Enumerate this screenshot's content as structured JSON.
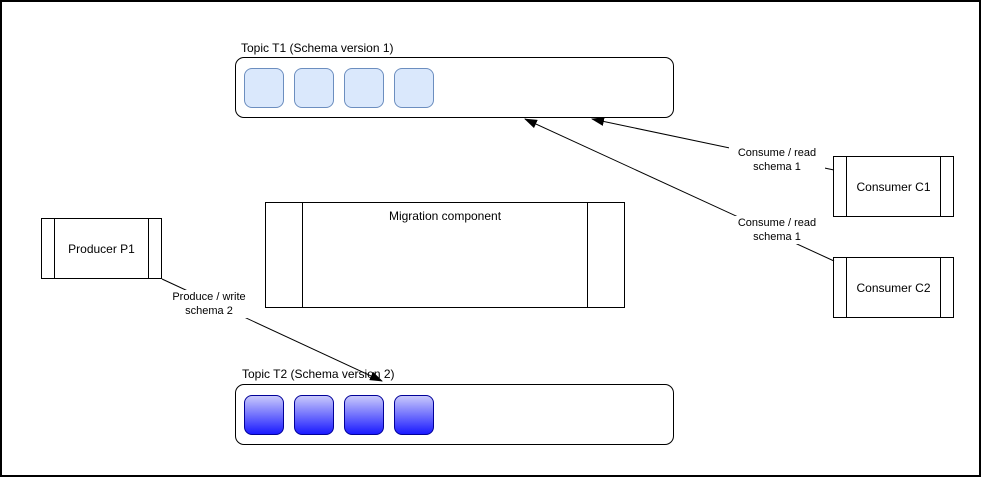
{
  "canvas": {
    "background": "#ffffff",
    "border_color": "#000000"
  },
  "nodes": {
    "topic_t1": {
      "label": "Topic T1 (Schema version 1)",
      "messages": {
        "count": 4,
        "fill": "#dae8fc",
        "stroke": "#6c8ebf"
      }
    },
    "topic_t2": {
      "label": "Topic T2 (Schema version 2)",
      "messages": {
        "count": 4,
        "fill_top": "#c9c9fb",
        "fill_bottom": "#1a1aff",
        "stroke": "#000099"
      }
    },
    "migration_component": {
      "label": "Migration component"
    },
    "producer_p1": {
      "label": "Producer P1"
    },
    "consumer_c1": {
      "label": "Consumer C1"
    },
    "consumer_c2": {
      "label": "Consumer C2"
    }
  },
  "edges": {
    "consume_c1": {
      "label": "Consume / read\nschema 1"
    },
    "consume_c2": {
      "label": "Consume / read\nschema 1"
    },
    "produce_p1": {
      "label": "Produce / write\nschema 2"
    }
  }
}
